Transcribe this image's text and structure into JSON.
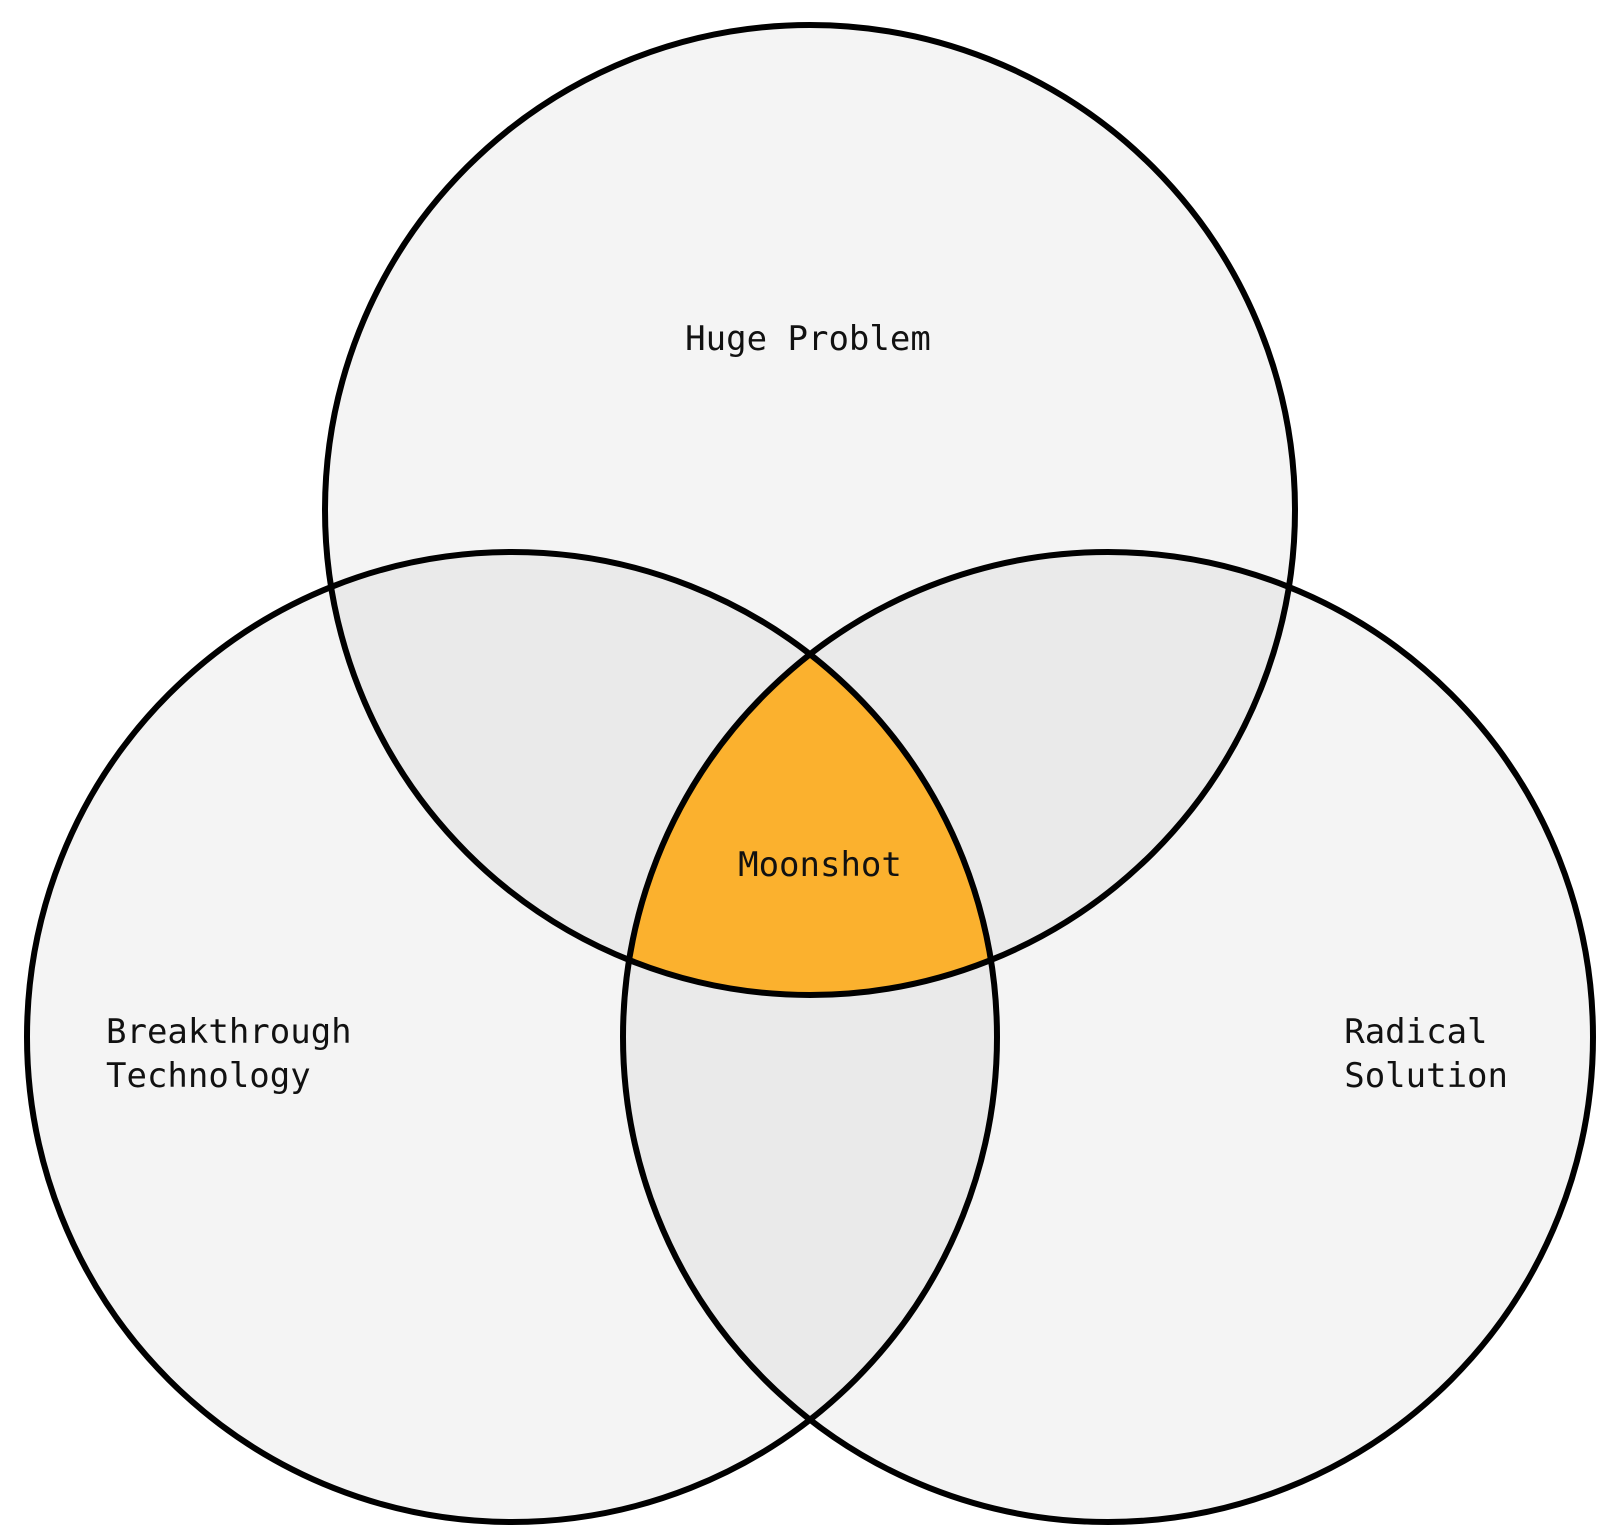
{
  "diagram": {
    "type": "venn",
    "sets": [
      {
        "id": "top",
        "label": "Huge Problem",
        "lines": [
          "Huge Problem"
        ]
      },
      {
        "id": "left",
        "label": "Breakthrough Technology",
        "lines": [
          "Breakthrough",
          "Technology"
        ]
      },
      {
        "id": "right",
        "label": "Radical Solution",
        "lines": [
          "Radical",
          "Solution"
        ]
      }
    ],
    "intersection": {
      "label": "Moonshot"
    }
  },
  "colors": {
    "circle_fill": "#f4f4f4",
    "pair_overlap_fill": "#eaeaea",
    "center_fill": "#fbb12e",
    "stroke": "#000000",
    "text": "#111111"
  }
}
